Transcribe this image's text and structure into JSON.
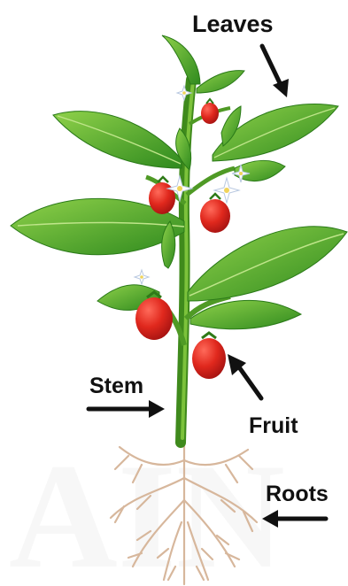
{
  "labels": {
    "leaves": "Leaves",
    "stem": "Stem",
    "fruit": "Fruit",
    "roots": "Roots"
  },
  "colors": {
    "leaf_dark": "#2f8a1e",
    "leaf_light": "#7cc23b",
    "stem": "#4f9a25",
    "fruit": "#d8201a",
    "fruit_highlight": "#ff6a5a",
    "flower": "#ffffff",
    "root": "#d7b79c",
    "arrow": "#111111"
  }
}
